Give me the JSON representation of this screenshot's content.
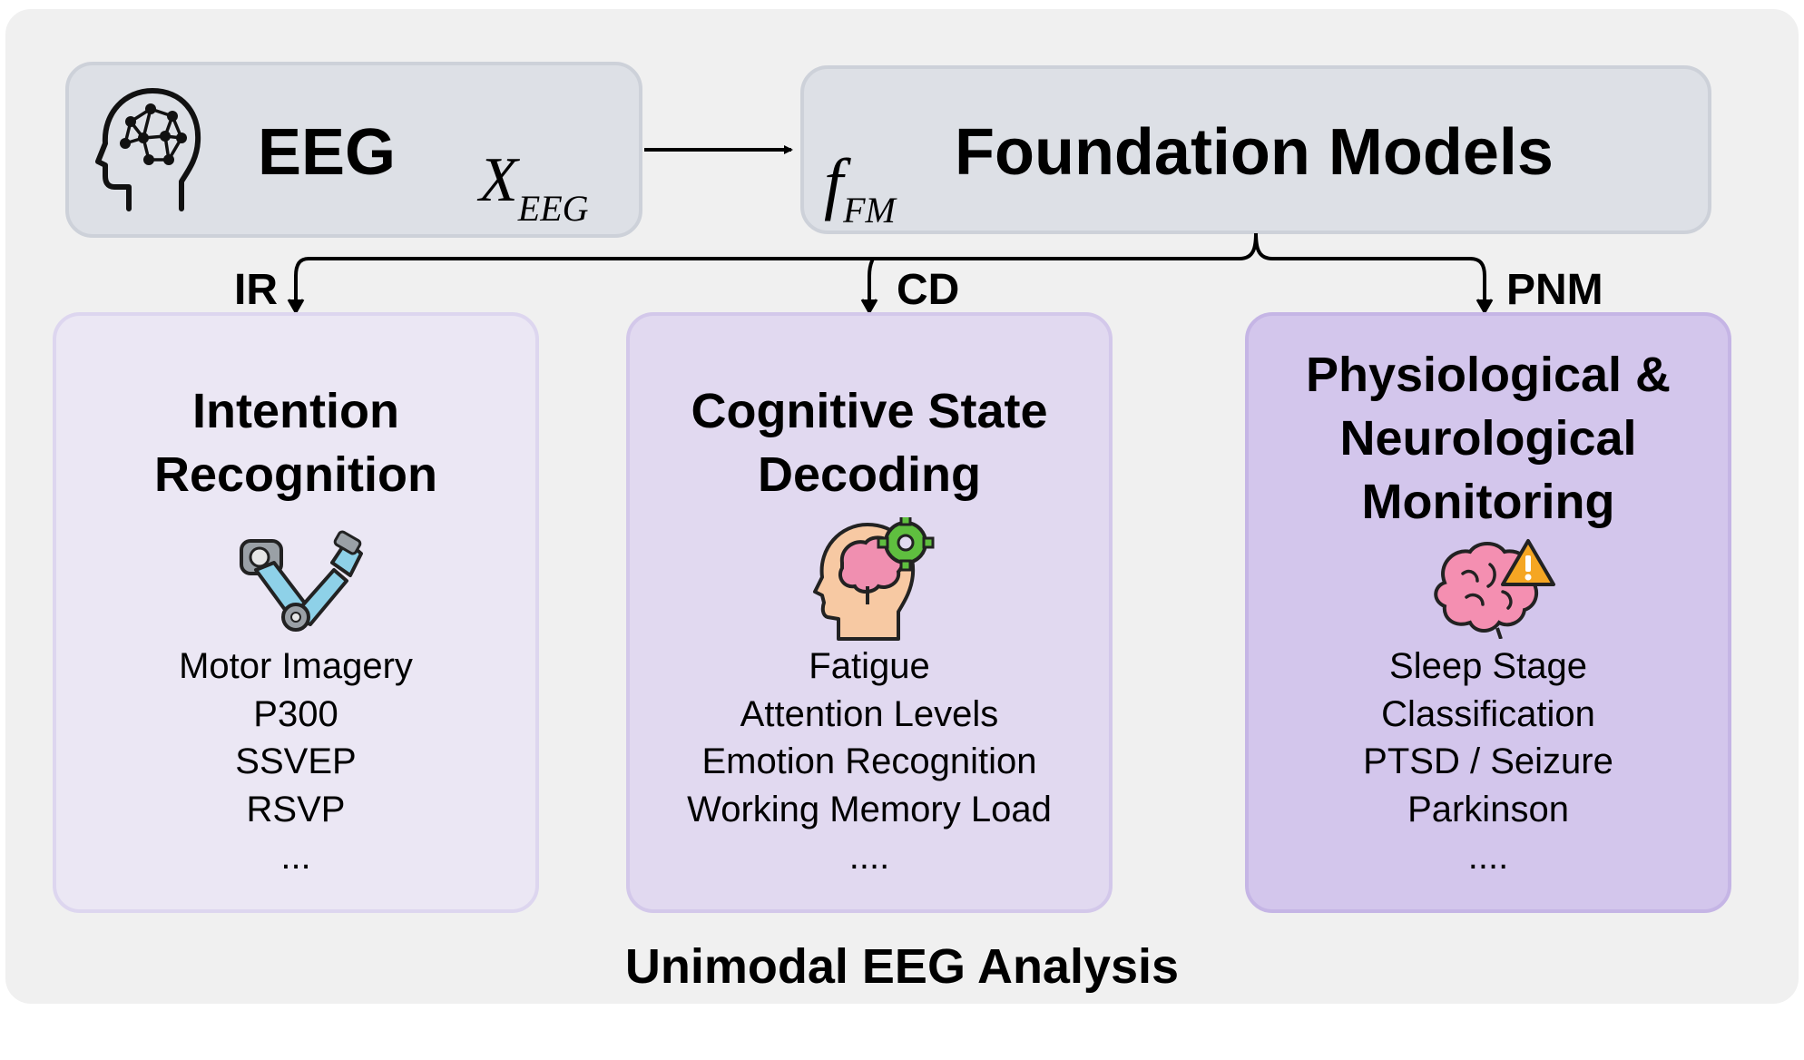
{
  "input": {
    "label": "EEG",
    "var": "X",
    "var_sub": "EEG",
    "icon": "brain-head-icon"
  },
  "model": {
    "label": "Foundation Models",
    "func": "f",
    "func_sub": "FM"
  },
  "branches": [
    {
      "abbr": "IR",
      "title": "Intention\nRecognition",
      "icon": "robotic-arm-icon",
      "items": [
        "Motor Imagery",
        "P300",
        "SSVEP",
        "RSVP",
        "..."
      ]
    },
    {
      "abbr": "CD",
      "title": "Cognitive State\nDecoding",
      "icon": "head-brain-gear-icon",
      "items": [
        "Fatigue",
        "Attention Levels",
        "Emotion Recognition",
        "Working Memory Load",
        "...."
      ]
    },
    {
      "abbr": "PNM",
      "title": "Physiological &\nNeurological\nMonitoring",
      "icon": "brain-warning-icon",
      "items": [
        "Sleep Stage",
        "Classification",
        "PTSD / Seizure",
        "Parkinson",
        "...."
      ]
    }
  ],
  "caption": "Unimodal EEG Analysis",
  "colors": {
    "panel_1": "#ebe7f4",
    "panel_2": "#e1d9f0",
    "panel_3": "#d3c6ec",
    "top_box": "#dde0e6"
  }
}
